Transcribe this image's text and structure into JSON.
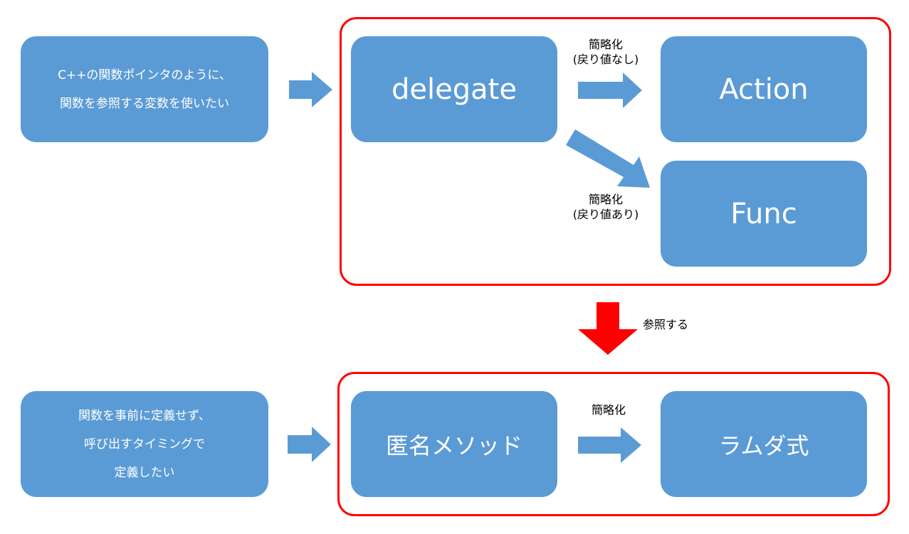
{
  "colors": {
    "box_fill": "#5b9bd5",
    "frame": "#ff0000",
    "ref_arrow": "#ff0000",
    "arrow": "#5b9bd5"
  },
  "top": {
    "need": "C++の関数ポインタのように、\n関数を参照する変数を使いたい",
    "delegate": "delegate",
    "action": "Action",
    "func": "Func",
    "label_action": "簡略化\n(戻り値なし)",
    "label_func": "簡略化\n(戻り値あり)"
  },
  "reference_label": "参照する",
  "bottom": {
    "need": "関数を事前に定義せず、\n呼び出すタイミングで\n定義したい",
    "anonymous": "匿名メソッド",
    "lambda": "ラムダ式",
    "label_lambda": "簡略化"
  }
}
